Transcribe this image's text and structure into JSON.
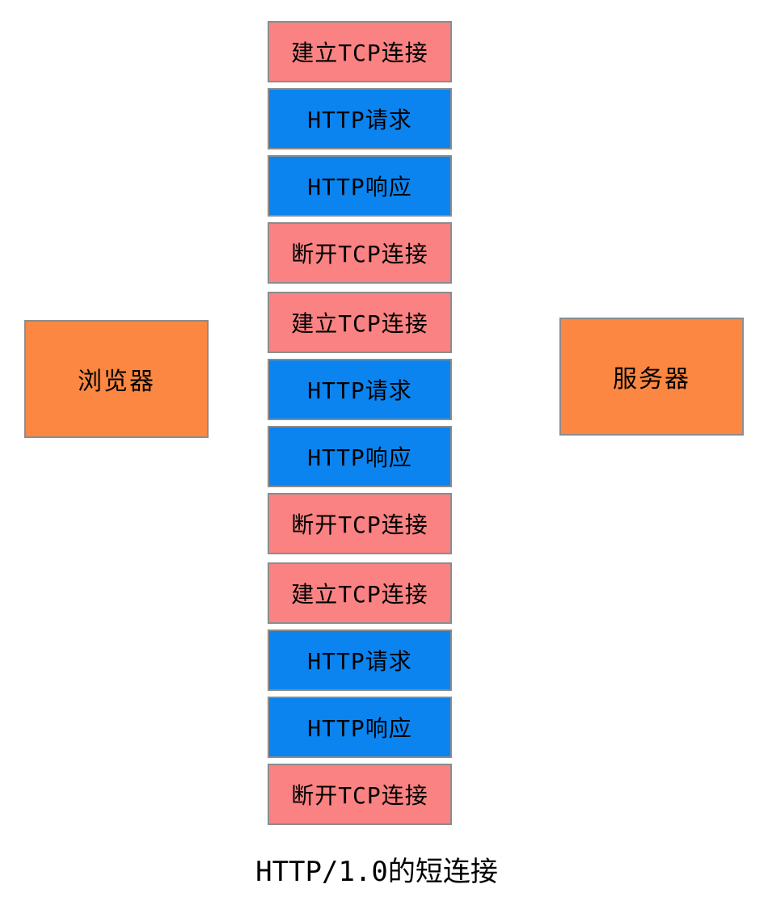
{
  "title": "HTTP/1.0的短连接",
  "actors": {
    "browser": {
      "label": "浏览器"
    },
    "server": {
      "label": "服务器"
    }
  },
  "colors": {
    "tcp_box": "#fa8282",
    "http_box": "#0b84f0",
    "actor_box": "#fb8742",
    "box_border": "#8c8c8c",
    "text": "#000000",
    "background": "#ffffff"
  },
  "sequence": {
    "groups": [
      {
        "steps": [
          {
            "name": "establish-tcp",
            "label": "建立TCP连接",
            "type": "tcp"
          },
          {
            "name": "http-request",
            "label": "HTTP请求",
            "type": "http"
          },
          {
            "name": "http-response",
            "label": "HTTP响应",
            "type": "http"
          },
          {
            "name": "close-tcp",
            "label": "断开TCP连接",
            "type": "tcp"
          }
        ]
      },
      {
        "steps": [
          {
            "name": "establish-tcp",
            "label": "建立TCP连接",
            "type": "tcp"
          },
          {
            "name": "http-request",
            "label": "HTTP请求",
            "type": "http"
          },
          {
            "name": "http-response",
            "label": "HTTP响应",
            "type": "http"
          },
          {
            "name": "close-tcp",
            "label": "断开TCP连接",
            "type": "tcp"
          }
        ]
      },
      {
        "steps": [
          {
            "name": "establish-tcp",
            "label": "建立TCP连接",
            "type": "tcp"
          },
          {
            "name": "http-request",
            "label": "HTTP请求",
            "type": "http"
          },
          {
            "name": "http-response",
            "label": "HTTP响应",
            "type": "http"
          },
          {
            "name": "close-tcp",
            "label": "断开TCP连接",
            "type": "tcp"
          }
        ]
      }
    ]
  }
}
